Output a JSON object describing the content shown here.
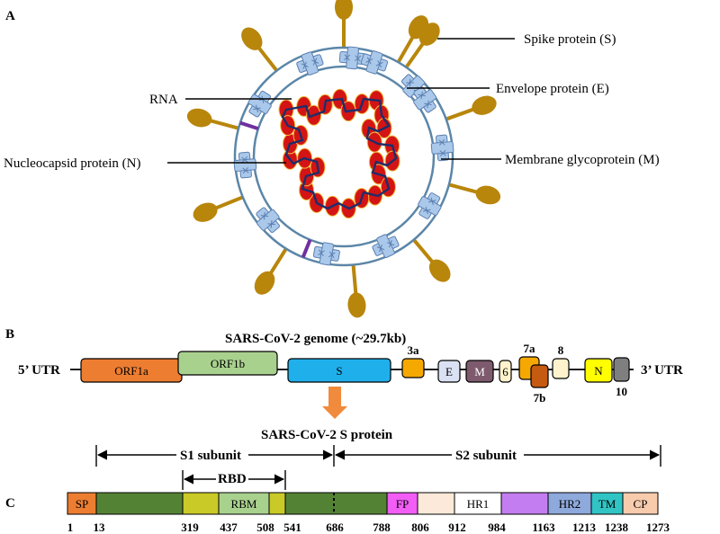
{
  "panels": {
    "a": "A",
    "b": "B",
    "c": "C"
  },
  "virion": {
    "spike": "Spike protein (S)",
    "envelope": "Envelope protein (E)",
    "membrane": "Membrane glycoprotein (M)",
    "rna": "RNA",
    "nucleocapsid": "Nucleocapsid protein (N)"
  },
  "genome": {
    "title": "SARS-CoV-2 genome (~29.7kb)",
    "utr5": "5’ UTR",
    "utr3": "3’ UTR",
    "genes": [
      {
        "label": "ORF1a",
        "color": "#ed7d31"
      },
      {
        "label": "ORF1b",
        "color": "#a9d18e"
      },
      {
        "label": "S",
        "color": "#1fb0ec"
      },
      {
        "label": "3a",
        "color": "#f5a800"
      },
      {
        "label": "E",
        "color": "#d9e1f2"
      },
      {
        "label": "M",
        "color": "#7e5a6e"
      },
      {
        "label": "6",
        "color": "#fff2cc"
      },
      {
        "label": "7a",
        "color": "#f5a800"
      },
      {
        "label": "7b",
        "color": "#c55a11"
      },
      {
        "label": "8",
        "color": "#fff2cc"
      },
      {
        "label": "N",
        "color": "#ffff00"
      },
      {
        "label": "10",
        "color": "#7f7f7f"
      }
    ]
  },
  "protein": {
    "title": "SARS-CoV-2 S protein",
    "s1": "S1 subunit",
    "s2": "S2 subunit",
    "rbd": "RBD",
    "domains": [
      {
        "label": "SP",
        "color": "#ed7d31"
      },
      {
        "label": "",
        "color": "#548235"
      },
      {
        "label": "",
        "color": "#c9c927"
      },
      {
        "label": "RBM",
        "color": "#a9d18e"
      },
      {
        "label": "",
        "color": "#c9c927"
      },
      {
        "label": "",
        "color": "#548235"
      },
      {
        "label": "FP",
        "color": "#f15df5"
      },
      {
        "label": "",
        "color": "#fde9d9"
      },
      {
        "label": "HR1",
        "color": "#ffffff"
      },
      {
        "label": "",
        "color": "#c47df0"
      },
      {
        "label": "HR2",
        "color": "#8ea9db"
      },
      {
        "label": "TM",
        "color": "#31c4c4"
      },
      {
        "label": "CP",
        "color": "#f8cbad"
      }
    ],
    "positions": [
      "1",
      "13",
      "319",
      "437",
      "508",
      "541",
      "686",
      "788",
      "806",
      "912",
      "984",
      "1163",
      "1213",
      "1238",
      "1273"
    ]
  },
  "colors": {
    "spike": "#b8860b",
    "membrane_ring": "#5b86a8",
    "m_protein": "#aac8ea",
    "e_protein": "#7030a0",
    "nucleocapsid": "#d41414",
    "rna": "#1f2d6b",
    "arrow": "#f08a3c"
  }
}
